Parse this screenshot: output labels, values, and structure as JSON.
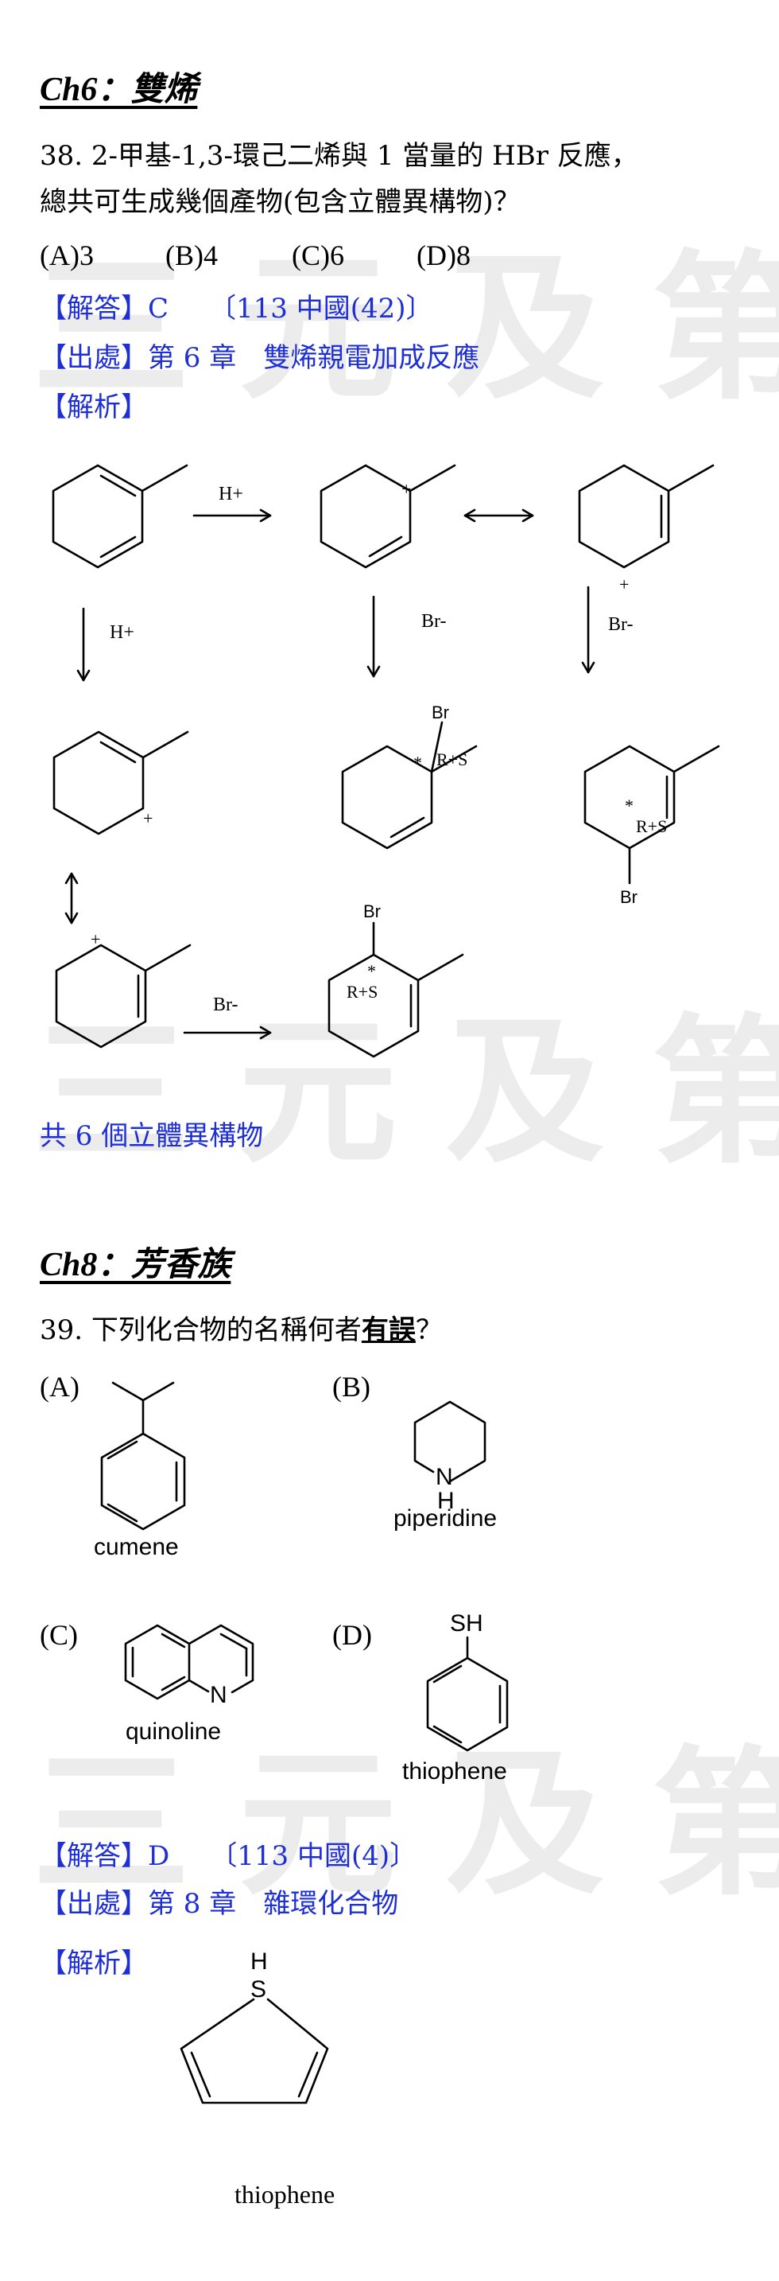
{
  "watermark": "三元及第",
  "section1": {
    "heading": "Ch6：雙烯",
    "question_line1": "38. 2-甲基-1,3-環己二烯與 1 當量的 HBr 反應，",
    "question_line2": "總共可生成幾個產物(包含立體異構物)？",
    "options": [
      "(A)3",
      "(B)4",
      "(C)6",
      "(D)8"
    ],
    "answer": "【解答】C　　〔113 中國(42)〕",
    "source": "【出處】第 6 章　雙烯親電加成反應",
    "analysis_label": "【解析】",
    "scheme": {
      "h_plus": "H+",
      "br_minus": "Br-",
      "br": "Br",
      "plus": "+",
      "star": "*",
      "rs": "R+S"
    },
    "conclusion": "共 6 個立體異構物"
  },
  "section2": {
    "heading": "Ch8：芳香族",
    "question_prefix": "39. 下列化合物的名稱何者",
    "question_emph": "有誤",
    "question_suffix": "？",
    "options": [
      {
        "label": "(A)",
        "name": "cumene"
      },
      {
        "label": "(B)",
        "name": "piperidine"
      },
      {
        "label": "(C)",
        "name": "quinoline"
      },
      {
        "label": "(D)",
        "name": "thiophene"
      }
    ],
    "atoms": {
      "N": "N",
      "NH_H": "H",
      "SH": "SH",
      "S": "S",
      "H": "H"
    },
    "answer": "【解答】D　　〔113 中國(4)〕",
    "source": "【出處】第 8 章　雜環化合物",
    "analysis_label": "【解析】",
    "analysis_name": "thiophene"
  }
}
